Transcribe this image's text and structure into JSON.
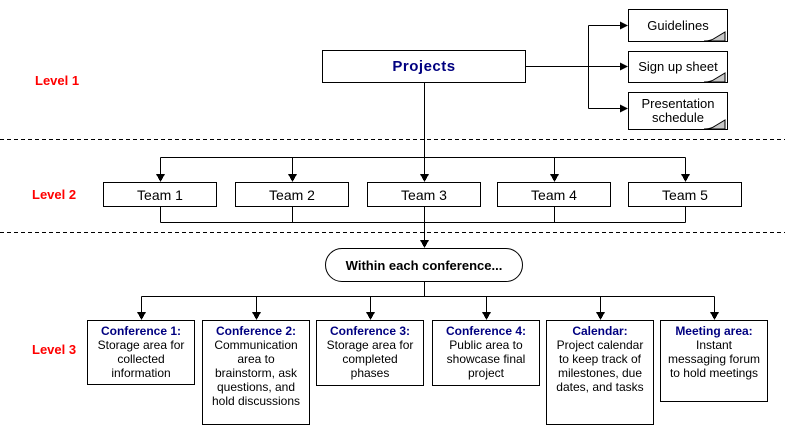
{
  "colors": {
    "heading_navy": "#000080",
    "level_label_red": "#ff0000",
    "line_black": "#000000",
    "note_fold_gray": "#c9c9c9"
  },
  "levels": [
    {
      "label": "Level 1"
    },
    {
      "label": "Level 2"
    },
    {
      "label": "Level 3"
    }
  ],
  "level1": {
    "projects_label": "Projects",
    "notes": [
      {
        "label": "Guidelines"
      },
      {
        "label": "Sign up sheet"
      },
      {
        "label": "Presentation schedule"
      }
    ]
  },
  "level2": {
    "teams": [
      {
        "label": "Team 1"
      },
      {
        "label": "Team 2"
      },
      {
        "label": "Team 3"
      },
      {
        "label": "Team 4"
      },
      {
        "label": "Team 5"
      }
    ]
  },
  "level3": {
    "intro_label": "Within each conference...",
    "boxes": [
      {
        "title": "Conference 1:",
        "body": "Storage area for collected information"
      },
      {
        "title": "Conference 2:",
        "body": "Communication area to brainstorm, ask questions, and hold discussions"
      },
      {
        "title": "Conference 3:",
        "body": "Storage area for completed phases"
      },
      {
        "title": "Conference 4:",
        "body": "Public area to showcase final project"
      },
      {
        "title": "Calendar:",
        "body": "Project calendar to keep track of milestones, due dates, and tasks"
      },
      {
        "title": "Meeting area:",
        "body": "Instant messaging forum to hold meetings"
      }
    ]
  }
}
